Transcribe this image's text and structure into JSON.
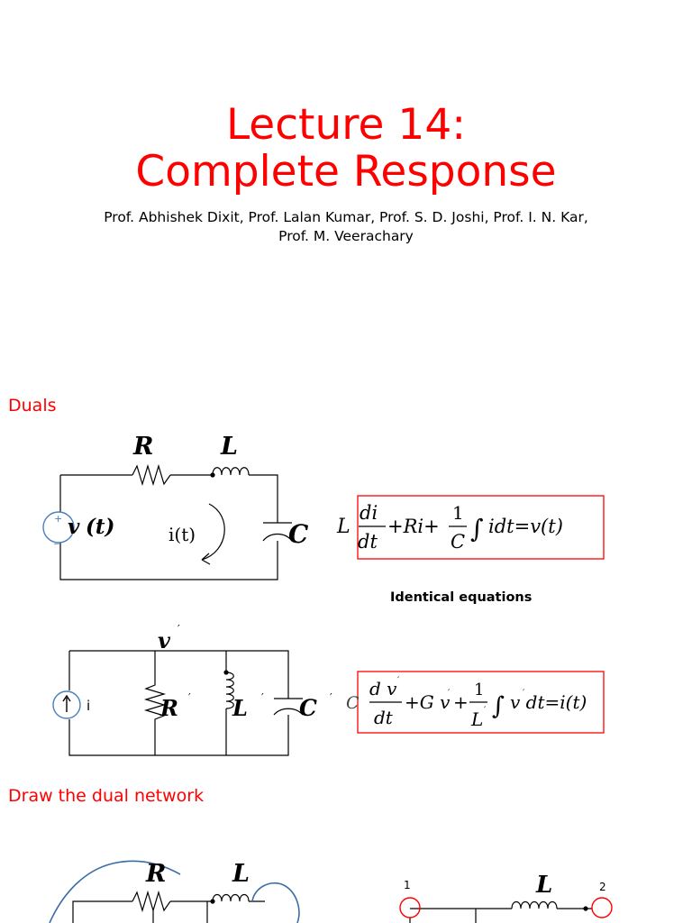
{
  "slide": {
    "title_line1": "Lecture 14:",
    "title_line2": "Complete Response",
    "authors_line1": "Prof. Abhishek Dixit, Prof. Lalan Kumar, Prof. S. D. Joshi, Prof. I. N. Kar,",
    "authors_line2": "Prof. M. Veerachary"
  },
  "sections": {
    "duals": "Duals",
    "draw_dual": "Draw the dual network"
  },
  "circuit1": {
    "R": "R",
    "L": "L",
    "C": "C",
    "source_v": "v",
    "source_t": "(t)",
    "current": "i(t)"
  },
  "equation1": {
    "L": "L",
    "di": "di",
    "dt": "dt",
    "plus_Ri": "+Ri+",
    "one": "1",
    "C": "C",
    "integral": "∫",
    "rest": "idt=v(t)"
  },
  "caption": "Identical equations",
  "circuit2": {
    "v_prime": "v",
    "R": "R",
    "L": "L",
    "C": "C",
    "source_label": "i"
  },
  "equation2": {
    "C": "C",
    "dv": "d v",
    "dt": "dt",
    "plus_Gv": "+G v",
    "plus": "+",
    "one": "1",
    "L": "L",
    "integral": "∫",
    "rest": "v dt=i(t)"
  },
  "circuit3": {
    "R": "R",
    "L": "L",
    "L2": "L",
    "node1": "1",
    "node2": "2"
  }
}
